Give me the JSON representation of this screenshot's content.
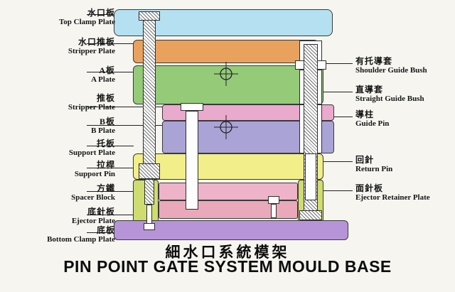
{
  "titles": {
    "zh": "細水口系統模架",
    "en": "PIN POINT GATE SYSTEM MOULD BASE"
  },
  "left_labels": [
    {
      "zh": "水口板",
      "en": "Top Clamp Plate"
    },
    {
      "zh": "水口推板",
      "en": "Stripper Plate"
    },
    {
      "zh": "A板",
      "en": "A Plate"
    },
    {
      "zh": "推板",
      "en": "Stripper Plate"
    },
    {
      "zh": "B板",
      "en": "B Plate"
    },
    {
      "zh": "托板",
      "en": "Support Plate"
    },
    {
      "zh": "拉桿",
      "en": "Support Pin"
    },
    {
      "zh": "方鐵",
      "en": "Spacer Block"
    },
    {
      "zh": "底針板",
      "en": "Ejector Plate"
    },
    {
      "zh": "底板",
      "en": "Bottom Clamp Plate"
    }
  ],
  "right_labels": [
    {
      "zh": "有托導套",
      "en": "Shoulder Guide Bush"
    },
    {
      "zh": "直導套",
      "en": "Straight Guide Bush"
    },
    {
      "zh": "導柱",
      "en": "Guide Pin"
    },
    {
      "zh": "回針",
      "en": "Return Pin"
    },
    {
      "zh": "面針板",
      "en": "Ejector Retainer Plate"
    }
  ],
  "colors": {
    "top_clamp_plate": "#b5e0f2",
    "runner_stripper_plate": "#e9a25e",
    "a_plate": "#95ca79",
    "stripper_plate": "#e9aacd",
    "b_plate": "#aaa3d6",
    "support_plate": "#f2ee8a",
    "spacer_block": "#cfdc70",
    "ejector_retainer_plate": "#eeb3c8",
    "ejector_plate": "#e9a9ba",
    "bottom_clamp_plate": "#b793d8"
  }
}
